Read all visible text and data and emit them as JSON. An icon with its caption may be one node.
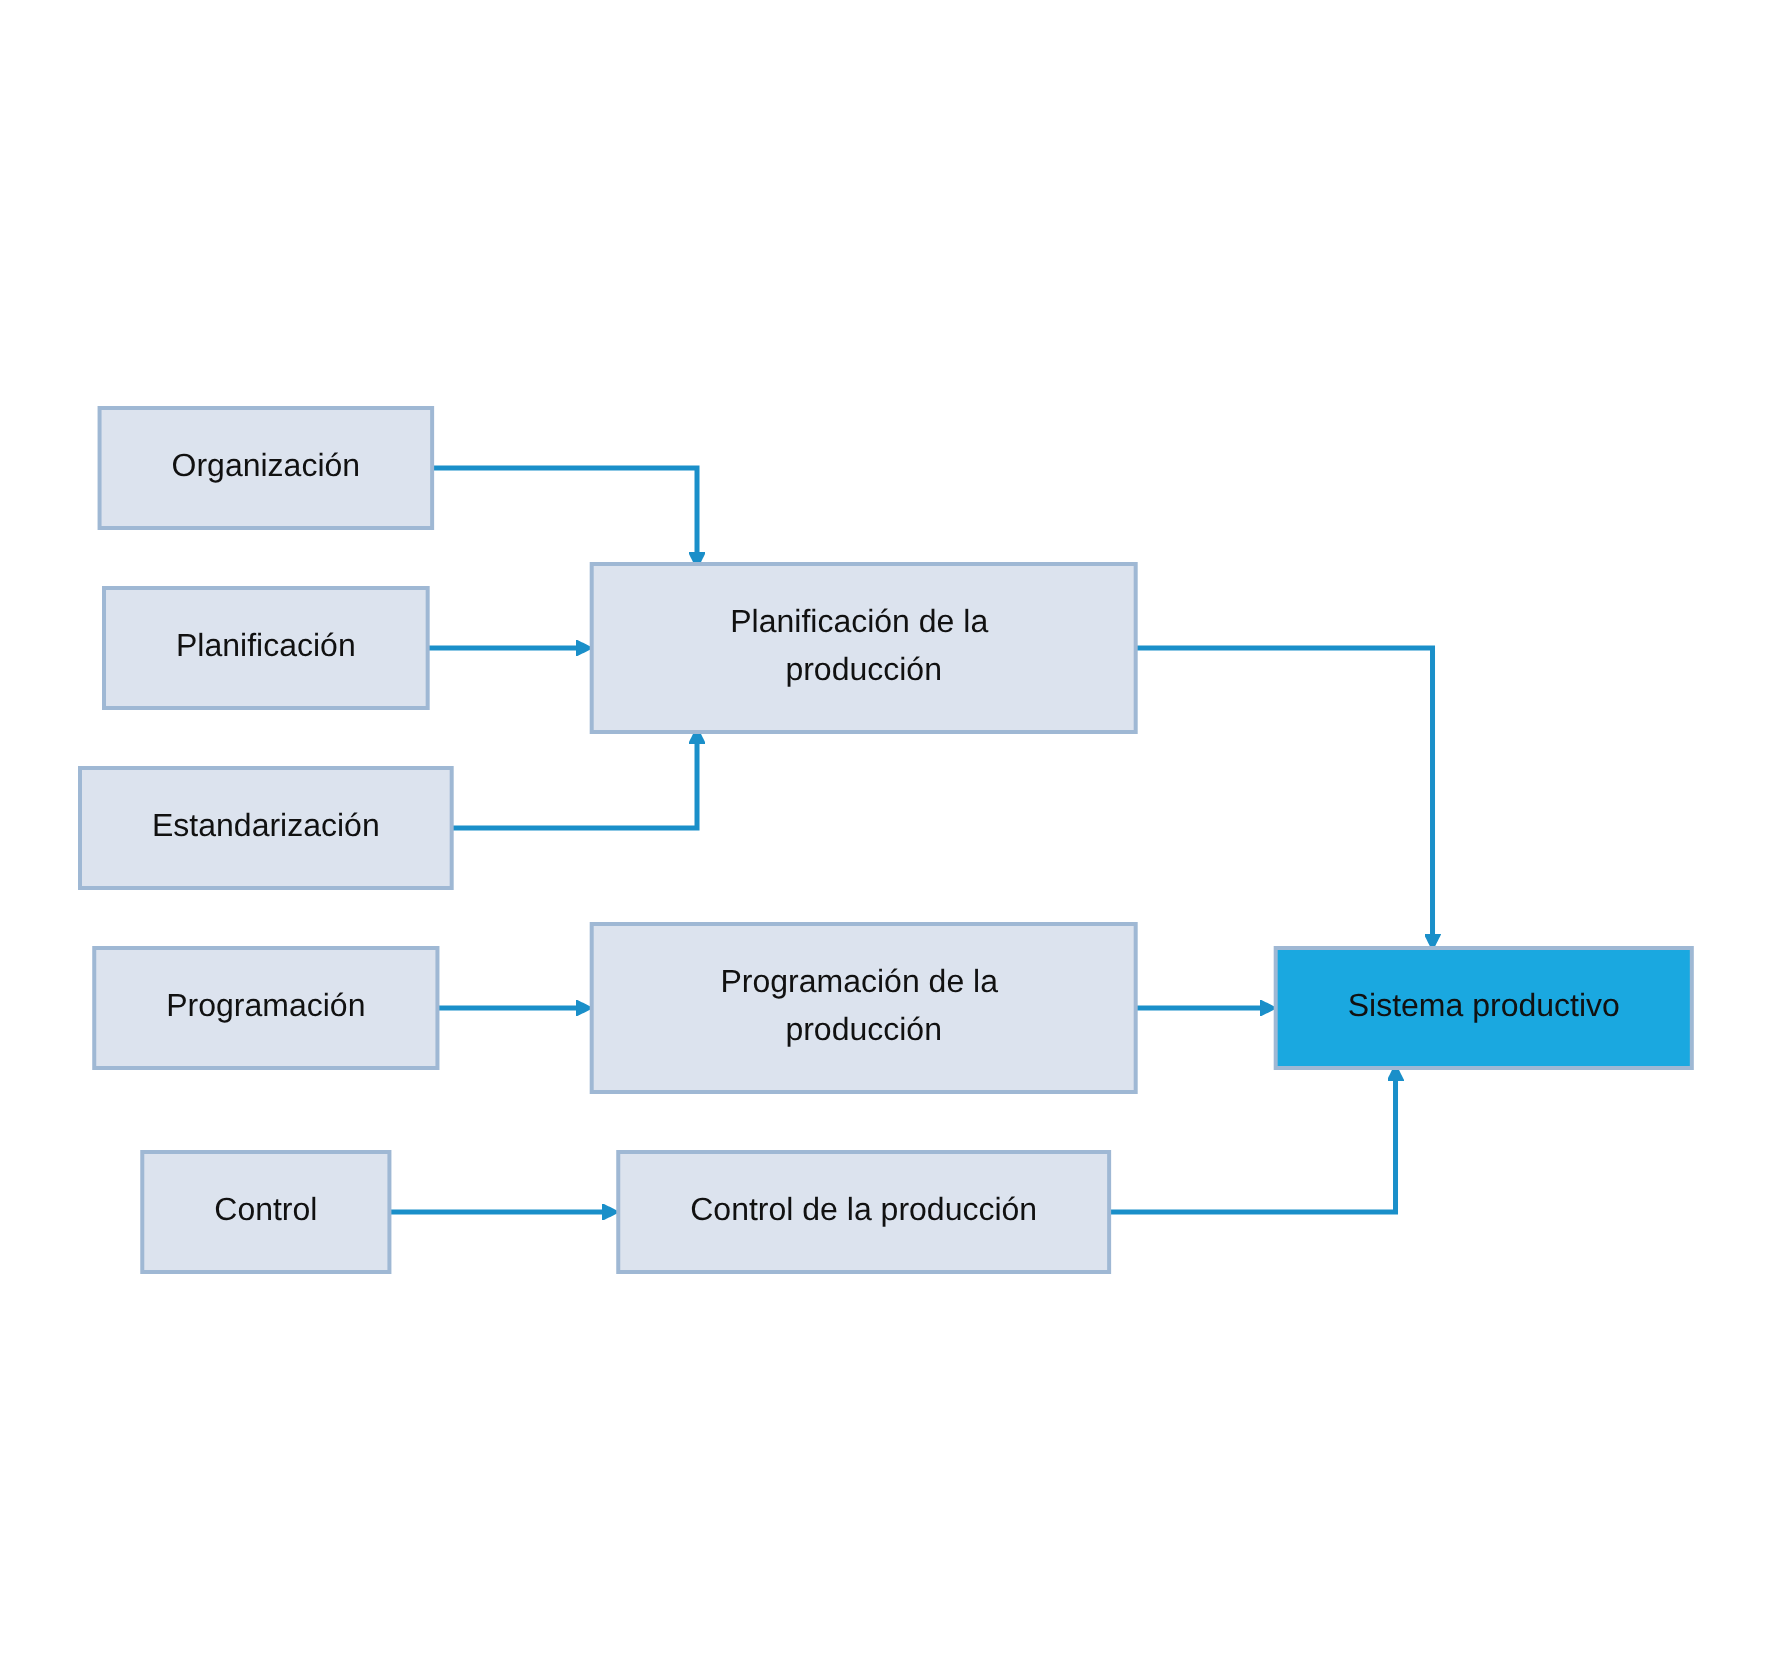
{
  "diagram": {
    "nodes": [
      {
        "text": [
          "Organización"
        ]
      },
      {
        "text": [
          "Planificación"
        ]
      },
      {
        "text": [
          "Estandarización"
        ]
      },
      {
        "text": [
          "Programación"
        ]
      },
      {
        "text": [
          "Control"
        ]
      },
      {
        "text": [
          "Planificación de la producción"
        ]
      },
      {
        "text": [
          "Programación de la producción"
        ]
      },
      {
        "text": [
          "Control de la producción"
        ]
      },
      {
        "text": [
          "Sistema productivo"
        ]
      }
    ],
    "edges": [
      {
        "from": 0,
        "to": 5,
        "arrow": "to"
      },
      {
        "from": 1,
        "to": 5,
        "arrow": "to"
      },
      {
        "from": 2,
        "to": 5,
        "arrow": "to"
      },
      {
        "from": 3,
        "to": 6,
        "arrow": "to"
      },
      {
        "from": 4,
        "to": 7,
        "arrow": "to"
      },
      {
        "from": 5,
        "to": 8,
        "arrow": "to"
      },
      {
        "from": 6,
        "to": 8,
        "arrow": "to"
      },
      {
        "from": 7,
        "to": 8,
        "arrow": "to"
      }
    ]
  }
}
